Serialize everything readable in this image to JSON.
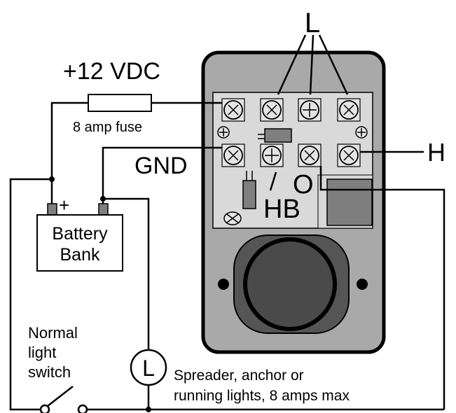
{
  "labels": {
    "lamp_wires": "L",
    "voltage": "+12 VDC",
    "fuse": "8 amp fuse",
    "ground": "GND",
    "high": "H",
    "output": "O",
    "hb": "HB",
    "battery_plus": "+",
    "battery_line1": "Battery",
    "battery_line2": "Bank",
    "switch_line1": "Normal",
    "switch_line2": "light",
    "switch_line3": "switch",
    "lamp_symbol": "L",
    "lights_line1": "Spreader, anchor or",
    "lights_line2": "running lights, 8 amps max"
  },
  "colors": {
    "line": "#000000",
    "housing": "#a9a9a9",
    "board": "#d9d9d9",
    "terminal": "#e4e4e4",
    "sensor_ring": "#555555",
    "sensor_center": "#4a4a4a",
    "relay": "#7f7f7f"
  }
}
